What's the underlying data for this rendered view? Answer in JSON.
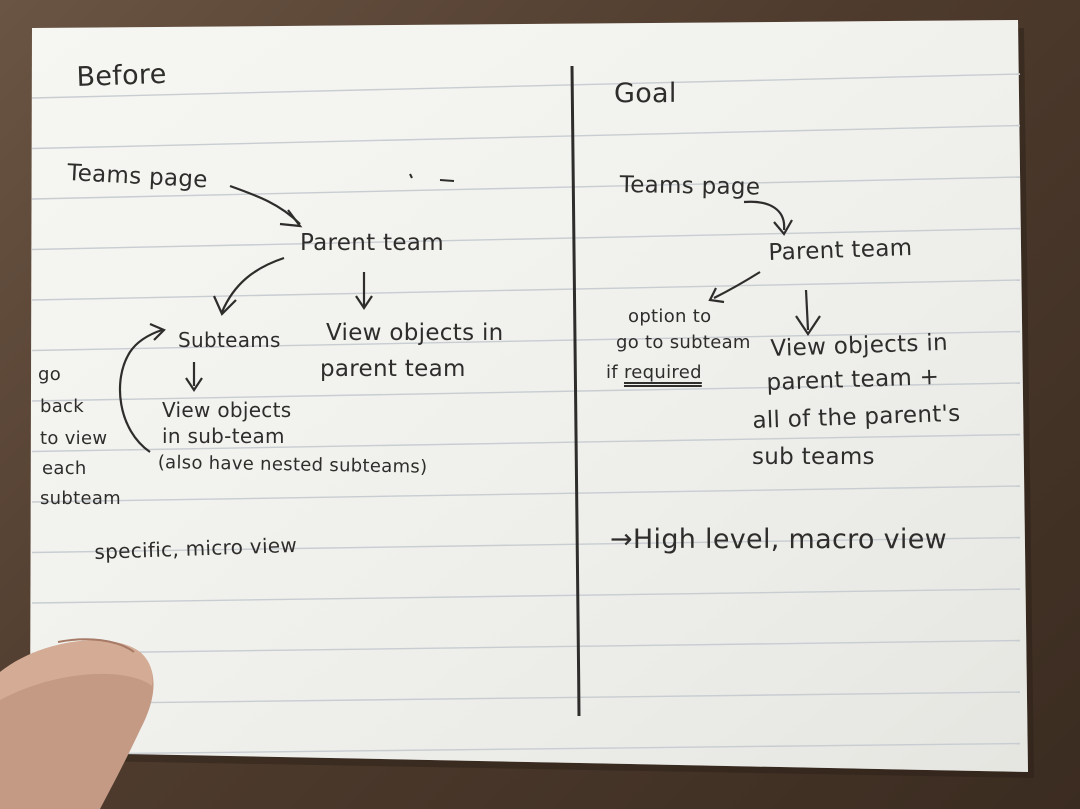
{
  "before": {
    "heading": "Before",
    "teams_page": "Teams page",
    "parent_team": "Parent team",
    "subteams": "Subteams",
    "view_objects_parent_line1": "View objects in",
    "view_objects_parent_line2": "parent team",
    "view_objects_sub_line1": "View objects",
    "view_objects_sub_line2": "in sub-team",
    "nested_note": "(also have nested subteams)",
    "go_back": [
      "go",
      "back",
      "to view",
      "each",
      "subteam"
    ],
    "summary": "specific, micro view"
  },
  "goal": {
    "heading": "Goal",
    "teams_page": "Teams page",
    "parent_team": "Parent team",
    "option_line1": "option to",
    "option_line2": "go to subteam",
    "option_line3_prefix": "if",
    "option_line3_underlined": "required",
    "view_line1": "View objects in",
    "view_line2": "parent team +",
    "view_line3": "all of the parent's",
    "view_line4": "sub teams",
    "summary": "→High level, macro view"
  }
}
